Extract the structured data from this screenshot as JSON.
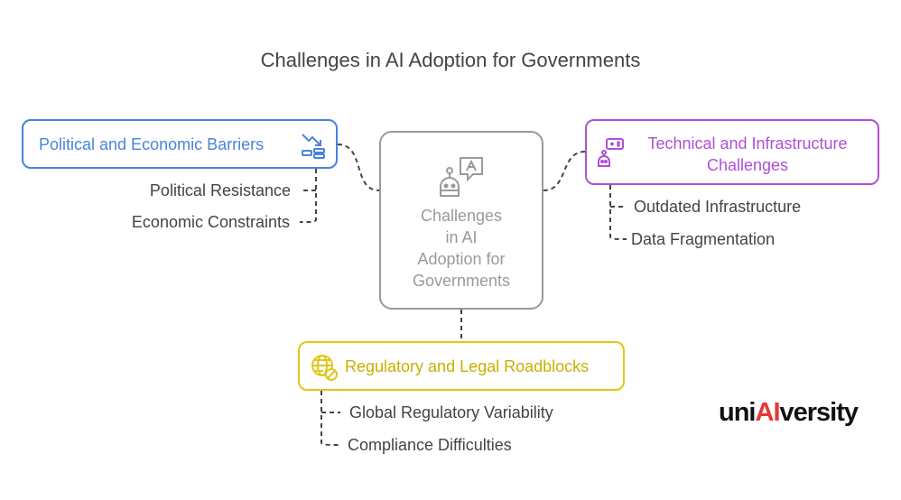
{
  "title": "Challenges in AI Adoption for Governments",
  "center": {
    "label_lines": [
      "Challenges",
      "in AI",
      "Adoption for",
      "Governments"
    ],
    "icon": "robot-chat-icon"
  },
  "branches": {
    "political": {
      "label": "Political and Economic Barriers",
      "icon": "falling-coins-icon",
      "color": "#4a83d8",
      "items": [
        "Political Resistance",
        "Economic Constraints"
      ]
    },
    "technical": {
      "label_lines": [
        "Technical and Infrastructure",
        "Challenges"
      ],
      "icon": "robot-controller-icon",
      "color": "#b04fd6",
      "items": [
        "Outdated Infrastructure",
        "Data Fragmentation"
      ]
    },
    "regulatory": {
      "label": "Regulatory and Legal Roadblocks",
      "icon": "globe-blocked-icon",
      "color": "#e0c818",
      "items": [
        "Global Regulatory Variability",
        "Compliance Difficulties"
      ]
    }
  },
  "logo": {
    "prefix": "uni",
    "highlight": "AI",
    "suffix": "versity"
  }
}
